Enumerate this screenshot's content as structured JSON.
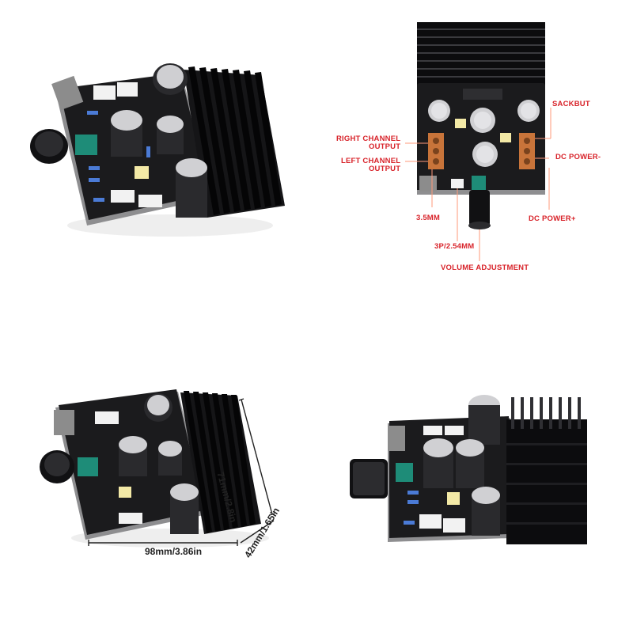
{
  "callouts": {
    "right_channel_output": "RIGHT CHANNEL\nOUTPUT",
    "left_channel_output": "LEFT CHANNEL\nOUTPUT",
    "jack": "3.5MM",
    "header": "3P/2.54MM",
    "volume": "VOLUME ADJUSTMENT",
    "sackbut": "SACKBUT",
    "dc_minus": "DC POWER-",
    "dc_plus": "DC POWER+"
  },
  "dimensions": {
    "width": "98mm/3.86in",
    "height": "71mm/2.8in",
    "depth": "42mm/1.65in"
  },
  "colors": {
    "label_red": "#d8232a",
    "pcb": "#1b1b1d",
    "heatsink": "#0c0c0e",
    "terminal_orange": "#c8743a",
    "pot_teal": "#1e8c78"
  }
}
